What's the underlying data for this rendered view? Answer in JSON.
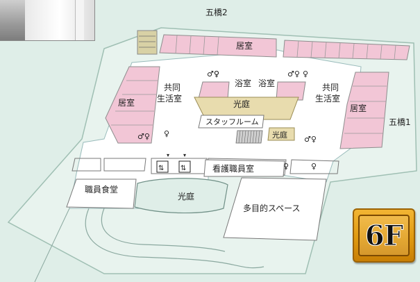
{
  "map": {
    "bridges": {
      "north": "五橋2",
      "east": "五橋1"
    },
    "rooms": {
      "resident_north": "居室",
      "resident_west": "居室",
      "resident_east": "居室",
      "common_west_line1": "共同",
      "common_west_line2": "生活室",
      "common_east_line1": "共同",
      "common_east_line2": "生活室",
      "bath_left": "浴室",
      "bath_right": "浴室",
      "light_court_center": "光庭",
      "staff_room": "スタッフルーム",
      "light_court_east": "光庭",
      "nurse_station": "看護職員室",
      "staff_cafeteria": "職員食堂",
      "light_court_south": "光庭",
      "multipurpose_space": "多目的スペース"
    },
    "floor_label": "6F",
    "colors": {
      "resident_room": "#f2c6d6",
      "light_court": "#e8dcae",
      "corridor": "#ffffff",
      "background": "#dfeee8"
    }
  }
}
